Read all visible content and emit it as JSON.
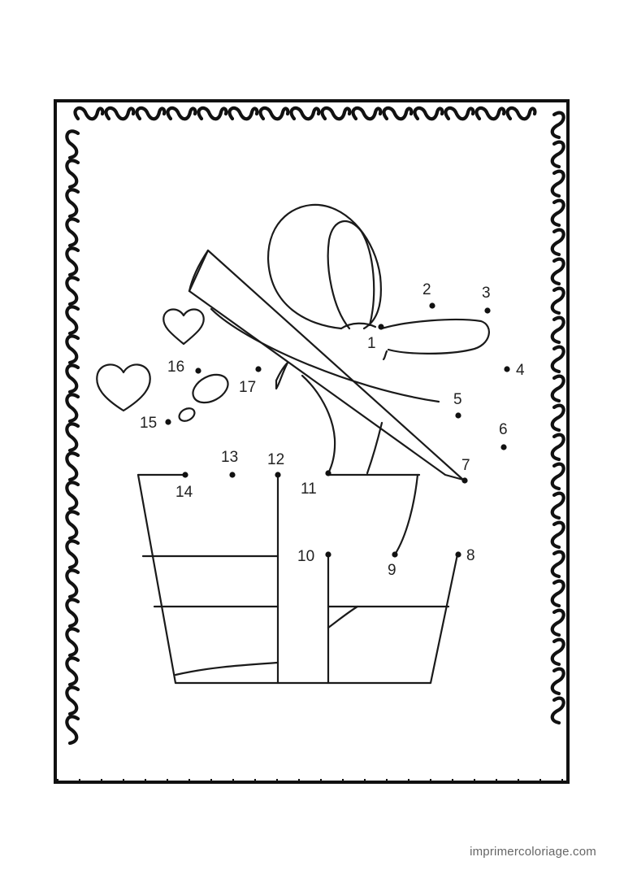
{
  "puzzle": {
    "dots": [
      {
        "n": "1"
      },
      {
        "n": "2"
      },
      {
        "n": "3"
      },
      {
        "n": "4"
      },
      {
        "n": "5"
      },
      {
        "n": "6"
      },
      {
        "n": "7"
      },
      {
        "n": "8"
      },
      {
        "n": "9"
      },
      {
        "n": "10"
      },
      {
        "n": "11"
      },
      {
        "n": "12"
      },
      {
        "n": "13"
      },
      {
        "n": "14"
      },
      {
        "n": "15"
      },
      {
        "n": "16"
      },
      {
        "n": "17"
      }
    ]
  },
  "footer": {
    "site": "imprimercoloriage.com"
  },
  "colors": {
    "ink": "#1a1a1a",
    "watermark": "#666666",
    "paper": "#ffffff"
  },
  "icons": [
    "heart-icon",
    "bow-icon",
    "gift-box-icon",
    "swirl-border-icon"
  ]
}
